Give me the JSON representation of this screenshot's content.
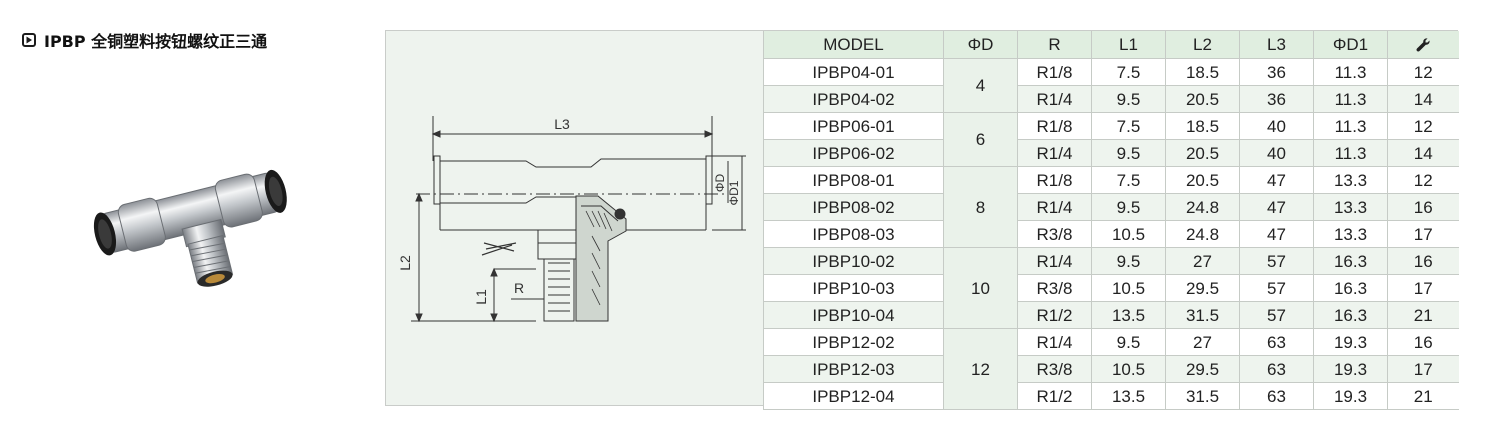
{
  "title": "IPBP 全铜塑料按钮螺纹正三通",
  "icons": {
    "title_marker": "play-square-icon",
    "wrench_header": "wrench-icon"
  },
  "colors": {
    "panel_bg": "#eef3ee",
    "header_bg": "#e0eee0",
    "border": "#c6cbc6"
  },
  "drawing": {
    "labels": {
      "l3": "L3",
      "l2": "L2",
      "l1": "L1",
      "r": "R",
      "phi_d": "ΦD",
      "phi_d1": "ΦD1"
    }
  },
  "table": {
    "headers": [
      "MODEL",
      "ΦD",
      "R",
      "L1",
      "L2",
      "L3",
      "ΦD1"
    ],
    "groups": [
      {
        "phi_d": "4",
        "rows": [
          [
            "IPBP04-01",
            "R1/8",
            "7.5",
            "18.5",
            "36",
            "11.3",
            "12"
          ],
          [
            "IPBP04-02",
            "R1/4",
            "9.5",
            "20.5",
            "36",
            "11.3",
            "14"
          ]
        ]
      },
      {
        "phi_d": "6",
        "rows": [
          [
            "IPBP06-01",
            "R1/8",
            "7.5",
            "18.5",
            "40",
            "11.3",
            "12"
          ],
          [
            "IPBP06-02",
            "R1/4",
            "9.5",
            "20.5",
            "40",
            "11.3",
            "14"
          ]
        ]
      },
      {
        "phi_d": "8",
        "rows": [
          [
            "IPBP08-01",
            "R1/8",
            "7.5",
            "20.5",
            "47",
            "13.3",
            "12"
          ],
          [
            "IPBP08-02",
            "R1/4",
            "9.5",
            "24.8",
            "47",
            "13.3",
            "16"
          ],
          [
            "IPBP08-03",
            "R3/8",
            "10.5",
            "24.8",
            "47",
            "13.3",
            "17"
          ]
        ]
      },
      {
        "phi_d": "10",
        "rows": [
          [
            "IPBP10-02",
            "R1/4",
            "9.5",
            "27",
            "57",
            "16.3",
            "16"
          ],
          [
            "IPBP10-03",
            "R3/8",
            "10.5",
            "29.5",
            "57",
            "16.3",
            "17"
          ],
          [
            "IPBP10-04",
            "R1/2",
            "13.5",
            "31.5",
            "57",
            "16.3",
            "21"
          ]
        ]
      },
      {
        "phi_d": "12",
        "rows": [
          [
            "IPBP12-02",
            "R1/4",
            "9.5",
            "27",
            "63",
            "19.3",
            "16"
          ],
          [
            "IPBP12-03",
            "R3/8",
            "10.5",
            "29.5",
            "63",
            "19.3",
            "17"
          ],
          [
            "IPBP12-04",
            "R1/2",
            "13.5",
            "31.5",
            "63",
            "19.3",
            "21"
          ]
        ]
      }
    ]
  }
}
